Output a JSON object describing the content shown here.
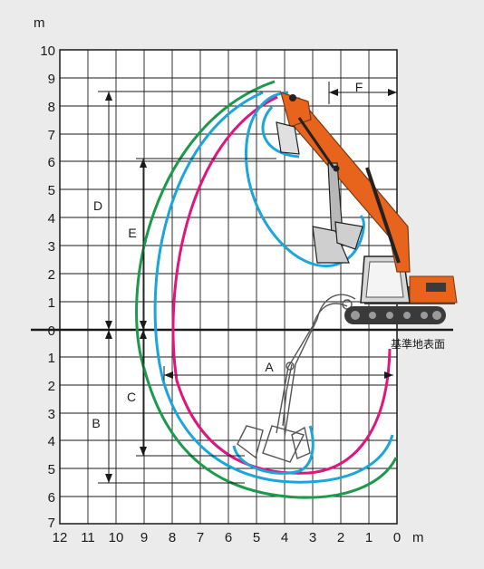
{
  "axes": {
    "y_unit": "m",
    "x_unit": "m",
    "y_tick_labels": [
      "10",
      "9",
      "8",
      "7",
      "6",
      "5",
      "4",
      "3",
      "2",
      "1",
      "0",
      "1",
      "2",
      "3",
      "4",
      "5",
      "6",
      "7"
    ],
    "x_tick_labels": [
      "12",
      "11",
      "10",
      "9",
      "8",
      "7",
      "6",
      "5",
      "4",
      "3",
      "2",
      "1",
      "0"
    ]
  },
  "dimensions": {
    "A": "A",
    "B": "B",
    "C": "C",
    "D": "D",
    "E": "E",
    "F": "F"
  },
  "ground_label": "基準地表面",
  "colors": {
    "background": "#ebebeb",
    "plot_bg": "#ffffff",
    "grid": "#1a1a1a",
    "green_envelope": "#1a9a4a",
    "blue_envelope": "#1aa6dc",
    "magenta_envelope": "#e0157d",
    "excavator_body": "#e8641c"
  }
}
